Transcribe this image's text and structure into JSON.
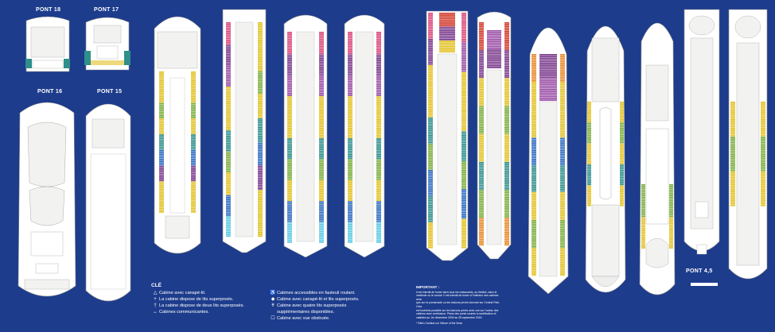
{
  "deck_labels": {
    "pont18": "PONT 18",
    "pont17": "PONT 17",
    "pont16": "PONT 16",
    "pont15": "PONT 15",
    "pont45": "PONT 4,5"
  },
  "key": {
    "title": "CLÉ",
    "left": [
      {
        "symbol": "△",
        "text": "Cabine avec canapé-lit."
      },
      {
        "symbol": "+",
        "text": "La cabine dispose de lits superposés."
      },
      {
        "symbol": "†",
        "text": "La cabine dispose de deux lits superposés."
      },
      {
        "symbol": "↔",
        "text": "Cabines communicantes."
      }
    ],
    "right": [
      {
        "symbol": "♿",
        "text": "Cabines accessibles en fauteuil roulant."
      },
      {
        "symbol": "◆",
        "text": "Cabine avec canapé-lit et lits superposés."
      },
      {
        "symbol": "✝",
        "text": "Cabine avec quatre lits superposés"
      },
      {
        "symbol": "",
        "text": "supplémentaires disponibles."
      },
      {
        "symbol": "☐",
        "text": "Cabine avec vue obstruée."
      }
    ]
  },
  "important": {
    "title": "IMPORTANT :",
    "lines": [
      "Il est interdit de fumer dans tous les restaurants, au théâtre, dans le",
      "vestibule ou le couloir. Il est interdit de fumer à l'intérieur des cabines ainsi",
      "que sur la promenade ou les balcons privés donnant sur Central Park. Cela",
      "est toutefois possible sur les balcons privés avec vue sur l'océan des",
      "cabines avec vue/balcon. Plans des ponts soumis à modification et",
      "valables au 1er décembre 2009 au 28 septembre 2015.",
      "",
      "* Rita's Cantina sur l'Allure of the Seas"
    ]
  },
  "colors": {
    "background": "#1d3c8c",
    "hull": "#ffffff",
    "deck_fill": "#f2f2f0",
    "outline": "#8c8c8c",
    "cabin_purple": "#7a3a8c",
    "cabin_violet": "#9b4fa6",
    "cabin_blue": "#2f6cc0",
    "cabin_teal": "#2f8f8a",
    "cabin_green": "#7cae3e",
    "cabin_yellow": "#e2c226",
    "cabin_orange": "#e88a2a",
    "cabin_red": "#d23a2a",
    "cabin_pink": "#d8487a",
    "cabin_cyan": "#5ec9e3"
  }
}
